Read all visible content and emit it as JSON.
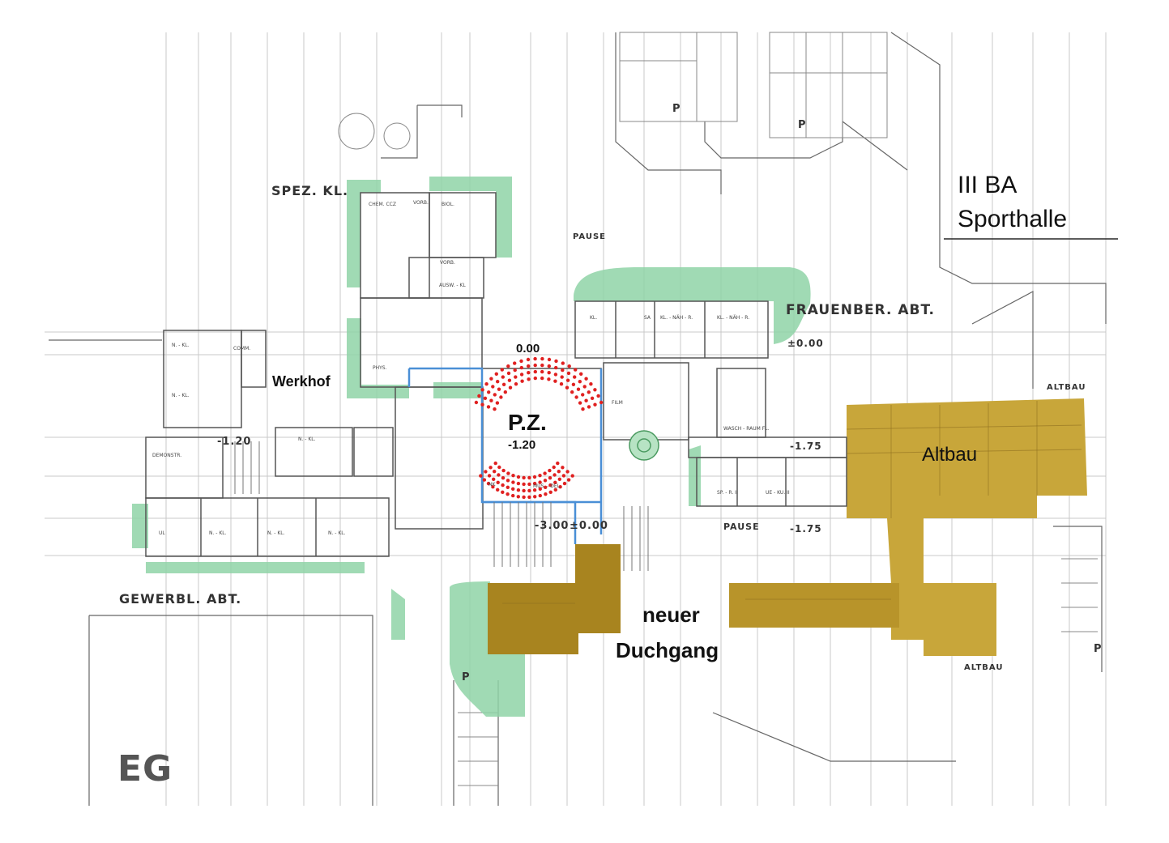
{
  "labels": {
    "iii_ba": "III BA",
    "sporthalle": "Sporthalle",
    "spez_kl": "SPEZ. KL.",
    "pause_top": "PAUSE",
    "frauenber_abt": "FRAUENBER. ABT.",
    "level_000_right": "±0.00",
    "altbau_top": "ALTBAU",
    "werkhof": "Werkhof",
    "level_000_pz": "0.00",
    "pz": "P.Z.",
    "pz_level": "-1.20",
    "level_120_left": "-1.20",
    "level_175_a": "-1.75",
    "level_175_b": "-1.75",
    "pause_mid": "PAUSE",
    "altbau": "Altbau",
    "level_300": "-3.00",
    "level_000_lower": "±0.00",
    "gewerbl_abt": "GEWERBL. ABT.",
    "neuer": "neuer",
    "duchgang": "Duchgang",
    "altbau_bottom": "ALTBAU",
    "eg": "EG"
  },
  "room_labels": {
    "chem": "CHEM. CCZ",
    "biol": "BIOL.",
    "vorb1": "VORB.",
    "vorb2": "VORB.",
    "ausw": "AUSW. - KL",
    "phys": "PHYS.",
    "nkl1": "N. - KL.",
    "nkl2": "N. - KL.",
    "nkl3": "N. - KL.",
    "nkl4": "N. - KL.",
    "nkl5": "N. - KL.",
    "nkl6": "N. - KL.",
    "comm": "COMM.",
    "demonstr": "DEMONSTR.",
    "ul": "UL",
    "kl": "KL.",
    "sa": "SA",
    "naeh1": "KL. - NÄH - R.",
    "naeh2": "KL. - NÄH - R.",
    "film": "FILM",
    "wasch": "WASCH - RAUM FL.",
    "sp": "SP. - R. II",
    "ue": "UE - KU. II",
    "musdel": "MUS. - DEL.",
    "nk": "NK"
  },
  "parking": [
    "P",
    "P",
    "P",
    "P"
  ],
  "colors": {
    "green": "#8fd3a7",
    "gold": "#c8a63a",
    "dark_gold": "#a8841f",
    "blue": "#4a8fd6",
    "red": "#e02020",
    "line": "#555555"
  }
}
